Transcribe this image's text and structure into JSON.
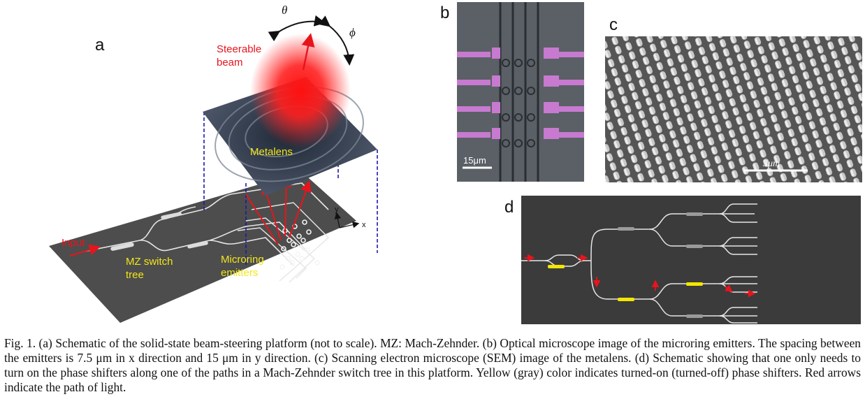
{
  "panels": {
    "a": {
      "label": "a",
      "theta": "θ",
      "phi": "ϕ",
      "beam_line1": "Steerable",
      "beam_line2": "beam",
      "metalens": "Metalens",
      "input": "Input",
      "mz_line1": "MZ switch",
      "mz_line2": "tree",
      "emit_line1": "Microring",
      "emit_line2": "emitters",
      "axis_y": "y",
      "axis_x": "x"
    },
    "b": {
      "label": "b",
      "scale": "15μm"
    },
    "c": {
      "label": "c",
      "scale": "3μm"
    },
    "d": {
      "label": "d"
    }
  },
  "caption": "Fig. 1. (a) Schematic of the solid-state beam-steering platform (not to scale). MZ: Mach-Zehnder. (b) Optical microscope image of the microring emitters. The spacing between the emitters is 7.5 μm in x direction and 15 μm in y direction. (c) Scanning electron microscope (SEM) image of the metalens. (d) Schematic showing that one only needs to turn on the phase shifters along one of the paths in a Mach-Zehnder switch tree in this platform. Yellow (gray) color indicates turned-on (turned-off) phase shifters. Red arrows indicate the path of light.",
  "colors": {
    "red": "#e8141c",
    "yellow": "#f3e600",
    "label_yellow": "#f2e61a",
    "chip": "#4d4d4d",
    "dark_bg": "#3b3b3b",
    "dashed": "#1a1aaa",
    "magenta": "#c77ad0"
  },
  "icons": [
    "arc-arrow-icon",
    "red-arrow-icon",
    "axis-arrow-icon"
  ]
}
